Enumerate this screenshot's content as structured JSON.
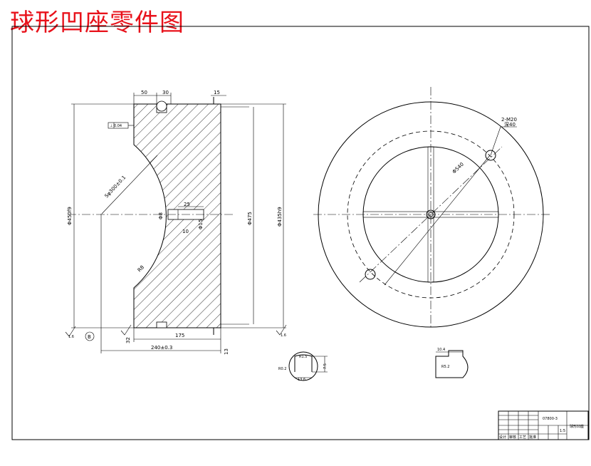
{
  "title": {
    "text": "球形凹座零件图",
    "color": "#e8121b"
  },
  "front_view": {
    "dims": {
      "d50": "50",
      "d30": "30",
      "d15": "15",
      "d175": "175",
      "d32": "32",
      "d240": "240±0.3",
      "d13": "13",
      "dia450": "Φ450f9",
      "dia475": "Φ475",
      "dia435": "Φ435h9",
      "sphere": "Sφ300±0.1",
      "d25": "25",
      "d10": "10",
      "dia8": "Φ8",
      "dia15": "Φ15",
      "r8": "R8"
    },
    "tolerance": "⊥ 0.04",
    "datum": "B",
    "roughness": [
      "1.6",
      "1.6",
      "3.2"
    ]
  },
  "side_view": {
    "holes": "2-M20",
    "depth": "深40",
    "pcd": "Φ540"
  },
  "detail_left": {
    "r15": "R1.5",
    "r02": "R0.2",
    "w136": "13.6",
    "h75": "7.5"
  },
  "detail_right": {
    "w104": "10.4",
    "r52": "R5.2"
  },
  "title_block": {
    "code": "07800-3",
    "name": "球形凹座",
    "row_labels": [
      "设计",
      "审核",
      "工艺",
      "批准"
    ],
    "scale": "1:5"
  }
}
